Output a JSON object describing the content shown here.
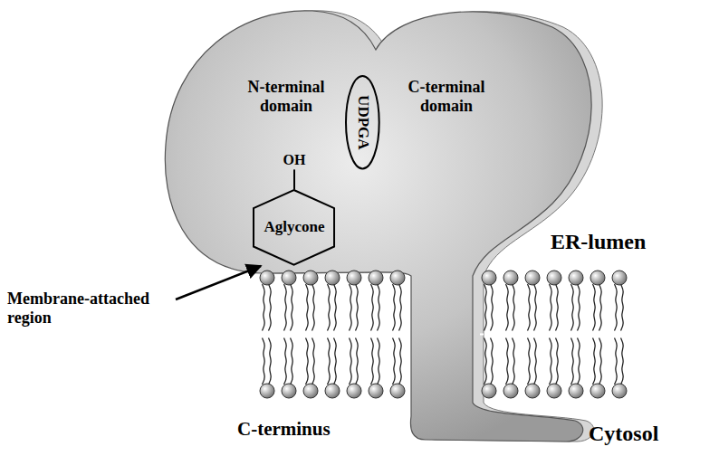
{
  "diagram": {
    "nodes": [
      {
        "text": [
          "UDPGA"
        ]
      },
      {
        "text": [
          "Aglycone"
        ]
      }
    ],
    "labels": [
      "N-terminal domain",
      "C-terminal domain",
      "OH",
      "ER-lumen",
      "Membrane-attached region",
      "C-terminus",
      "Cytosol"
    ]
  }
}
